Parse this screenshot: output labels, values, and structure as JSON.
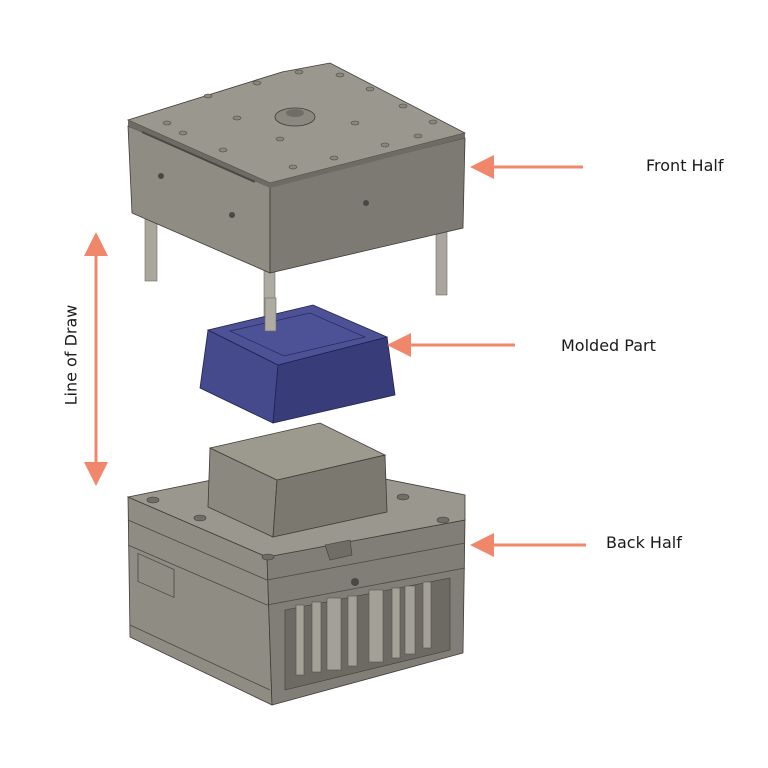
{
  "labels": {
    "front_half": "Front Half",
    "molded_part": "Molded Part",
    "back_half": "Back Half",
    "line_of_draw": "Line of Draw"
  },
  "colors": {
    "arrow": "#f0866a",
    "mold_steel": "#8a877e",
    "molded_part": "#3d4280"
  }
}
